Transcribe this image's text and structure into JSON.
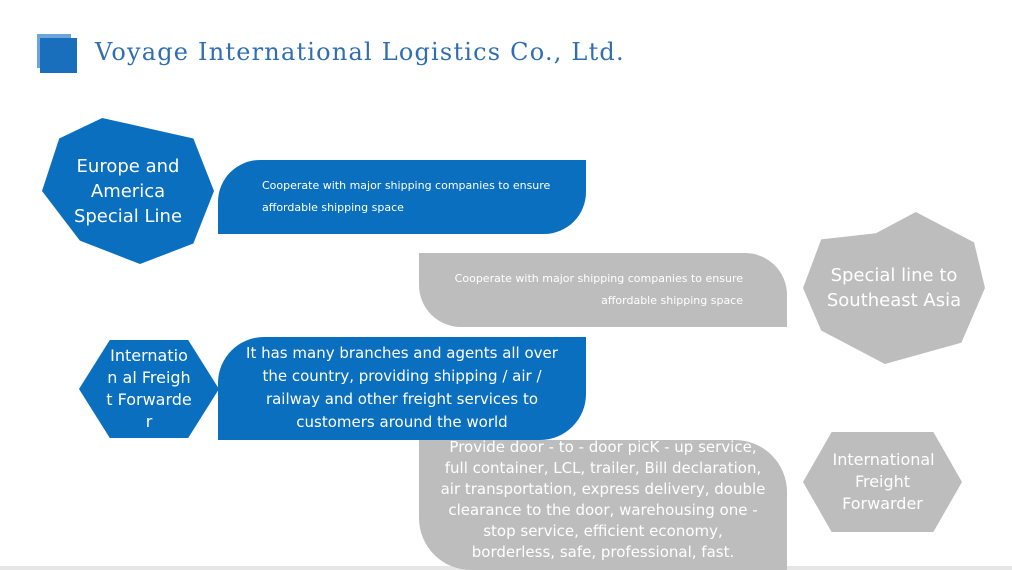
{
  "header": {
    "title": "Voyage International Logistics Co., Ltd."
  },
  "colors": {
    "blue": "#0a6fbe",
    "gray": "#bdbdbd",
    "title": "#2f6fb1"
  },
  "items": [
    {
      "label": "Europe and America Special Line",
      "description": [
        "Cooperate with major shipping companies to ensure",
        "affordable shipping space"
      ]
    },
    {
      "label": "Special line to Southeast Asia",
      "description": [
        "Cooperate with major shipping companies to ensure",
        "affordable shipping space"
      ]
    },
    {
      "label": "Internation al Freight Forwarder",
      "description": [
        "It has many branches and agents all over",
        "the country, providing shipping / air /",
        "railway and other freight services to",
        "customers around the world"
      ]
    },
    {
      "label": "International Freight Forwarder",
      "description": [
        "Provide door - to - door picK - up service,",
        "full container, LCL, trailer, Bill declaration,",
        "air transportation, express delivery, double",
        "clearance to the door, warehousing one -",
        "stop service, efficient economy,",
        "borderless, safe, professional, fast."
      ]
    }
  ]
}
